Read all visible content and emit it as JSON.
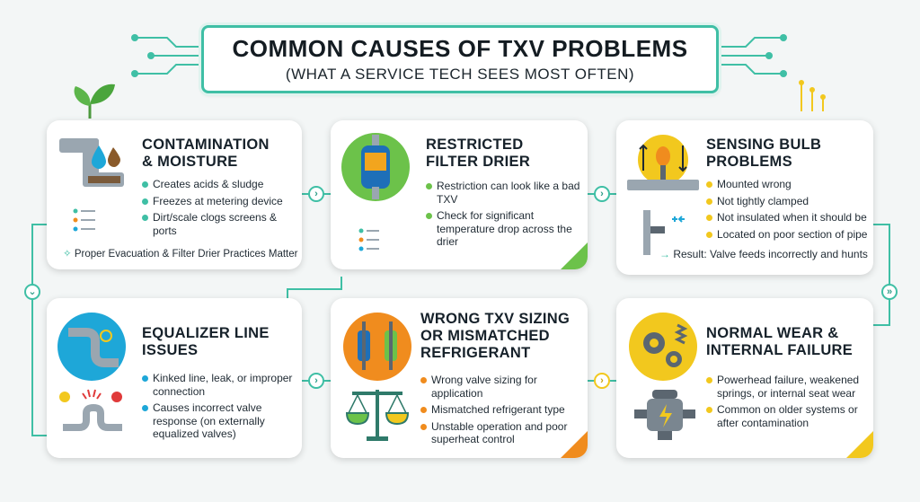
{
  "title": {
    "main": "COMMON CAUSES OF TXV PROBLEMS",
    "sub": "(WHAT A SERVICE TECH SEES MOST OFTEN)"
  },
  "colors": {
    "teal": "#3fbfa5",
    "green": "#6cc24a",
    "yellow": "#f2c81e",
    "blue": "#1ea7d8",
    "orange": "#f08c1e",
    "gold": "#f2c81e"
  },
  "cards": [
    {
      "heading": [
        "CONTAMINATION",
        "& MOISTURE"
      ],
      "bullets": [
        "Creates acids & sludge",
        "Freezes at metering device",
        "Dirt/scale clogs screens & ports"
      ],
      "note": "Proper Evacuation & Filter Drier Practices Matter"
    },
    {
      "heading": [
        "RESTRICTED",
        "FILTER DRIER"
      ],
      "bullets": [
        "Restriction can look like a bad TXV",
        "Check for significant temperature drop across the drier"
      ]
    },
    {
      "heading": [
        "SENSING BULB",
        "PROBLEMS"
      ],
      "bullets": [
        "Mounted wrong",
        "Not tightly clamped",
        "Not insulated when it should be",
        "Located on poor section of pipe"
      ],
      "result": "Result: Valve feeds incorrectly and hunts"
    },
    {
      "heading": [
        "EQUALIZER LINE",
        "ISSUES"
      ],
      "bullets": [
        "Kinked line, leak, or improper connection",
        "Causes incorrect valve response (on externally equalized valves)"
      ]
    },
    {
      "heading": [
        "WRONG TXV SIZING",
        "OR MISMATCHED",
        "REFRIGERANT"
      ],
      "bullets": [
        "Wrong valve sizing for application",
        "Mismatched refrigerant type",
        "Unstable operation and poor superheat control"
      ]
    },
    {
      "heading": [
        "NORMAL WEAR &",
        "INTERNAL FAILURE"
      ],
      "bullets": [
        "Powerhead failure, weakened springs, or internal seat wear",
        "Common on older systems or after contamination"
      ]
    }
  ],
  "icons": {
    "card1": "contaminated-pipe-icon",
    "card2": "filter-drier-icon",
    "card3": "sensing-bulb-icon",
    "card4": "equalizer-line-icon",
    "card5": "balance-scale-icon",
    "card6": "gears-icon"
  }
}
